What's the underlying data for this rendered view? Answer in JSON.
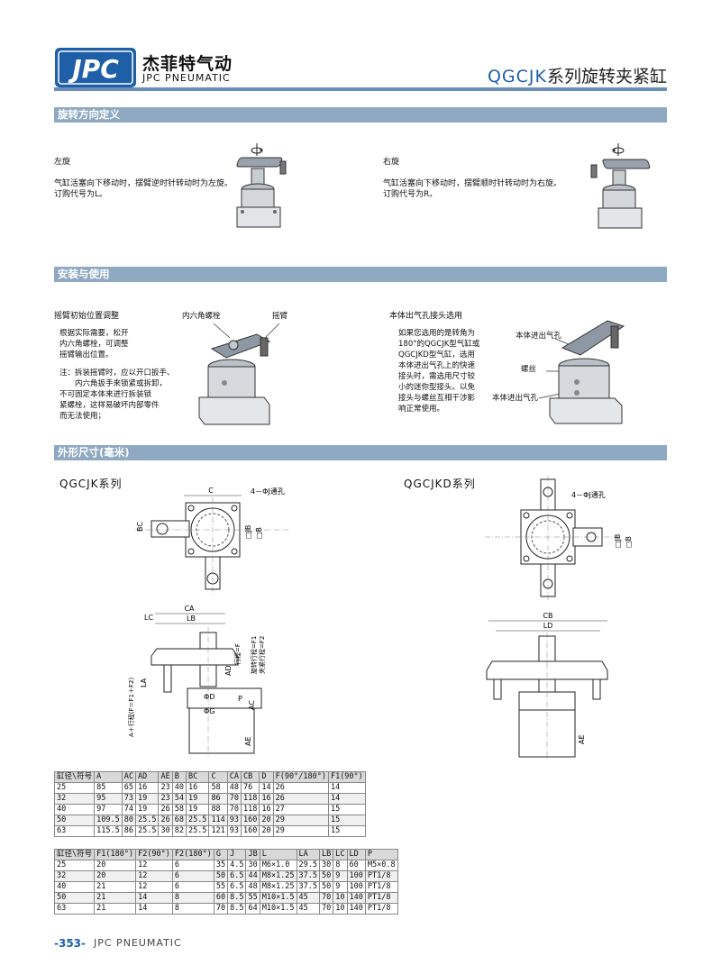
{
  "header": {
    "logo_text": "JPC",
    "brand_cn": "杰菲特气动",
    "brand_en": "JPC PNEUMATIC",
    "title_en": "QGCJK",
    "title_cn": "系列旋转夹紧缸"
  },
  "sections": {
    "rotation": "旋转方向定义",
    "install": "安装与使用",
    "dimensions": "外形尺寸(毫米)"
  },
  "rotation": {
    "left_title": "左旋",
    "left_desc_1": "气缸活塞向下移动时，摆臂逆时针转动时为左旋。",
    "left_desc_2": "订购代号为L。",
    "right_title": "右旋",
    "right_desc_1": "气缸活塞向下移动时，摆臂顺时针转动时为右旋。",
    "right_desc_2": "订购代号为R。"
  },
  "install": {
    "adjust_title": "摇臂初始位置调整",
    "label_hex": "内六角螺栓",
    "label_arm": "摇臂",
    "adjust_lines": [
      "根据实际需要，松开",
      "内六角螺栓，可调整",
      "摇臂输出位置。"
    ],
    "note_lines": [
      "注：拆装摇臂时，应以开口扳手、",
      "　　内六角扳手来锁紧或拆卸，",
      "不可固定本体来进行拆装锁",
      "紧螺栓，这样易破坏内部零件",
      "而无法使用；"
    ],
    "port_title": "本体出气孔接头选用",
    "port_lines": [
      "如果您选用的是转角为",
      "180°的QGCJK型气缸或",
      "QGCJKD型气缸，选用",
      "本体进出气孔上的快速",
      "接头时，需选用尺寸较",
      "小的迷你型接头。以免",
      "接头与螺丝互相干涉影",
      "响正常使用。"
    ],
    "label_port_in": "本体进出气孔",
    "label_screw": "螺丝",
    "label_port_out": "本体进出气孔"
  },
  "dimensions": {
    "series_jk": "QGCJK系列",
    "series_jkd": "QGCJKD系列",
    "hole_label": "4－ΦJ通孔",
    "labels": {
      "C": "C",
      "BC": "BC",
      "JB": "□JB",
      "B": "□B",
      "CA": "CA",
      "LB": "LB",
      "LC": "LC",
      "AD": "AD",
      "F1": "旋转行程=F1",
      "F2": "夹紧行程=F2",
      "FF": "行程=F",
      "LA": "LA",
      "A_total": "A＋行程(F＝F1＋F2)",
      "D": "ΦD",
      "G": "ΦG",
      "P": "P",
      "AC": "AC",
      "AE": "AE",
      "CB": "CB",
      "LD": "LD"
    }
  },
  "table1": {
    "headers": [
      "缸径\\符号",
      "A",
      "AC",
      "AD",
      "AE",
      "B",
      "BC",
      "C",
      "CA",
      "CB",
      "D",
      "F(90°/180°)",
      "F1(90°)"
    ],
    "rows": [
      [
        "25",
        "85",
        "65",
        "16",
        "23",
        "40",
        "16",
        "58",
        "48",
        "76",
        "14",
        "26",
        "14"
      ],
      [
        "32",
        "95",
        "73",
        "19",
        "23",
        "54",
        "19",
        "86",
        "70",
        "118",
        "16",
        "26",
        "14"
      ],
      [
        "40",
        "97",
        "74",
        "19",
        "26",
        "58",
        "19",
        "88",
        "70",
        "118",
        "16",
        "27",
        "15"
      ],
      [
        "50",
        "109.5",
        "80",
        "25.5",
        "26",
        "68",
        "25.5",
        "114",
        "93",
        "160",
        "20",
        "29",
        "15"
      ],
      [
        "63",
        "115.5",
        "86",
        "25.5",
        "30",
        "82",
        "25.5",
        "121",
        "93",
        "160",
        "20",
        "29",
        "15"
      ]
    ]
  },
  "table2": {
    "headers": [
      "缸径\\符号",
      "F1(180°)",
      "F2(90°)",
      "F2(180°)",
      "G",
      "J",
      "JB",
      "L",
      "LA",
      "LB",
      "LC",
      "LD",
      "P"
    ],
    "rows": [
      [
        "25",
        "20",
        "12",
        "6",
        "35",
        "4.5",
        "30",
        "M6×1.0",
        "29.5",
        "30",
        "8",
        "60",
        "M5×0.8"
      ],
      [
        "32",
        "20",
        "12",
        "6",
        "50",
        "6.5",
        "44",
        "M8×1.25",
        "37.5",
        "50",
        "9",
        "100",
        "PT1/8"
      ],
      [
        "40",
        "21",
        "12",
        "6",
        "55",
        "6.5",
        "48",
        "M8×1.25",
        "37.5",
        "50",
        "9",
        "100",
        "PT1/8"
      ],
      [
        "50",
        "21",
        "14",
        "8",
        "60",
        "8.5",
        "55",
        "M10×1.5",
        "45",
        "70",
        "10",
        "140",
        "PT1/8"
      ],
      [
        "63",
        "21",
        "14",
        "8",
        "70",
        "8.5",
        "64",
        "M10×1.5",
        "45",
        "70",
        "10",
        "140",
        "PT1/8"
      ]
    ]
  },
  "footer": {
    "page_number": "-353-",
    "brand": "JPC PNEUMATIC"
  }
}
